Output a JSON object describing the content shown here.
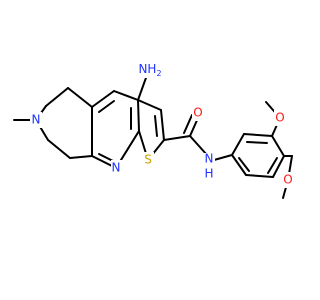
{
  "molecule": {
    "colors": {
      "bond": "#000000",
      "N": "#1f33ff",
      "O": "#ff1a1a",
      "S": "#c8a400",
      "C": "#000000"
    },
    "labels": {
      "amino": "NH",
      "amino_sub": "2",
      "ring_nitrogen_methyl": "N",
      "pyridine_nitrogen": "N",
      "thiophene_sulfur": "S",
      "carbonyl_oxygen": "O",
      "amide_nitrogen": "N",
      "amide_hydrogen": "H",
      "methoxy_oxygen_1": "O",
      "methoxy_oxygen_2": "O"
    }
  }
}
